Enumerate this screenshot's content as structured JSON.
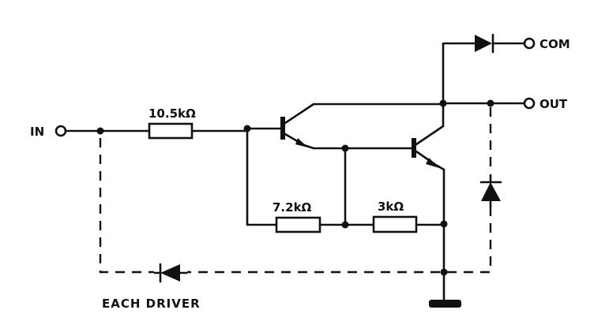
{
  "terminals": {
    "in": "IN",
    "com": "COM",
    "out": "OUT"
  },
  "resistors": {
    "r_input": "10.5kΩ",
    "r_base1": "7.2kΩ",
    "r_base2": "3kΩ"
  },
  "caption": "EACH DRIVER"
}
